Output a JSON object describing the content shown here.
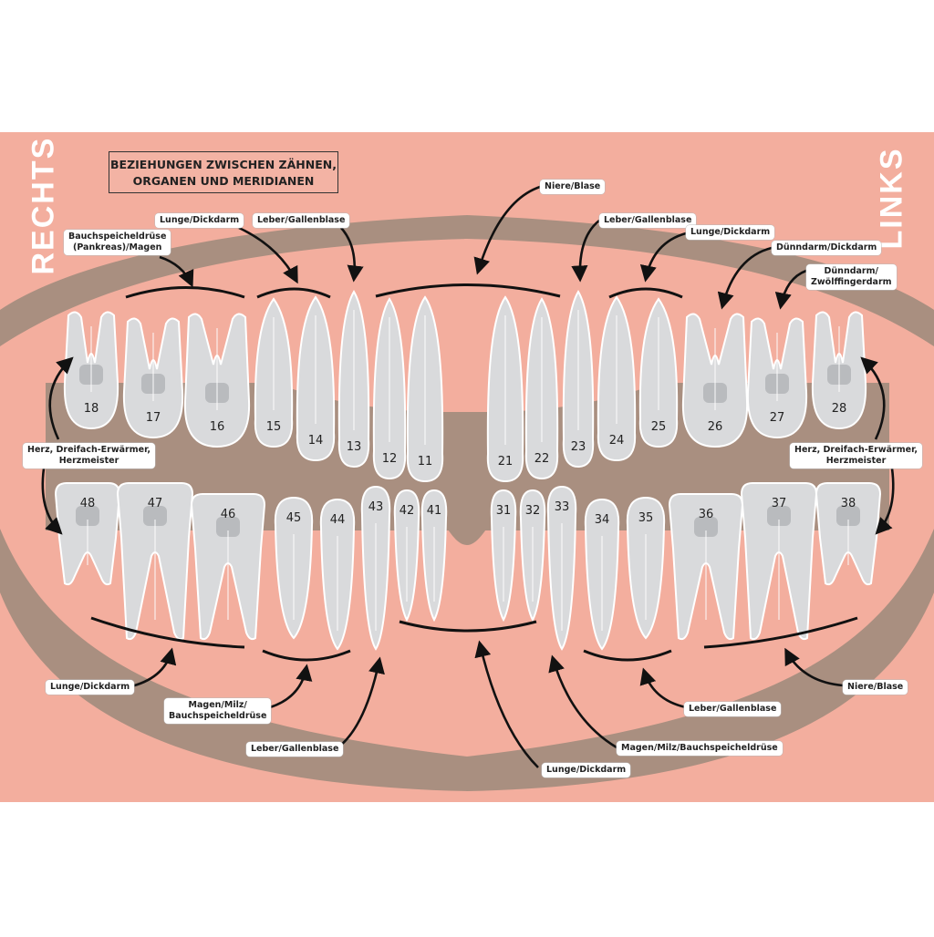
{
  "title_line1": "BEZIEHUNGEN ZWISCHEN ZÄHNEN,",
  "title_line2": "ORGANEN UND MERIDIANEN",
  "side_left": "RECHTS",
  "side_right": "LINKS",
  "colors": {
    "background": "#f3ae9e",
    "gum_band": "#a98f80",
    "tooth": "#d9dadc",
    "tooth_pulp": "#b9bbbe",
    "outline": "#ffffff",
    "arrow": "#111111"
  },
  "upper_teeth": [
    "18",
    "17",
    "16",
    "15",
    "14",
    "13",
    "12",
    "11",
    "21",
    "22",
    "23",
    "24",
    "25",
    "26",
    "27",
    "28"
  ],
  "lower_teeth": [
    "48",
    "47",
    "46",
    "45",
    "44",
    "43",
    "42",
    "41",
    "31",
    "32",
    "33",
    "34",
    "35",
    "36",
    "37",
    "38"
  ],
  "labels": {
    "u_pankreas": "Bauchspeicheldrüse\n(Pankreas)/Magen",
    "u_lunge_r": "Lunge/Dickdarm",
    "u_leber_r": "Leber/Gallenblase",
    "u_niere": "Niere/Blase",
    "u_leber_l": "Leber/Gallenblase",
    "u_lunge_l": "Lunge/Dickdarm",
    "u_duenn_dick": "Dünndarm/Dickdarm",
    "u_duenn_zwoelf": "Dünndarm/\nZwölffingerdarm",
    "herz_r": "Herz, Dreifach-Erwärmer,\nHerzmeister",
    "herz_l": "Herz, Dreifach-Erwärmer,\nHerzmeister",
    "l_lunge_r": "Lunge/Dickdarm",
    "l_magen_r": "Magen/Milz/\nBauchspeicheldrüse",
    "l_leber_r": "Leber/Gallenblase",
    "l_lunge_c": "Lunge/Dickdarm",
    "l_magen_l": "Magen/Milz/Bauchspeicheldrüse",
    "l_leber_l": "Leber/Gallenblase",
    "l_niere": "Niere/Blase"
  }
}
